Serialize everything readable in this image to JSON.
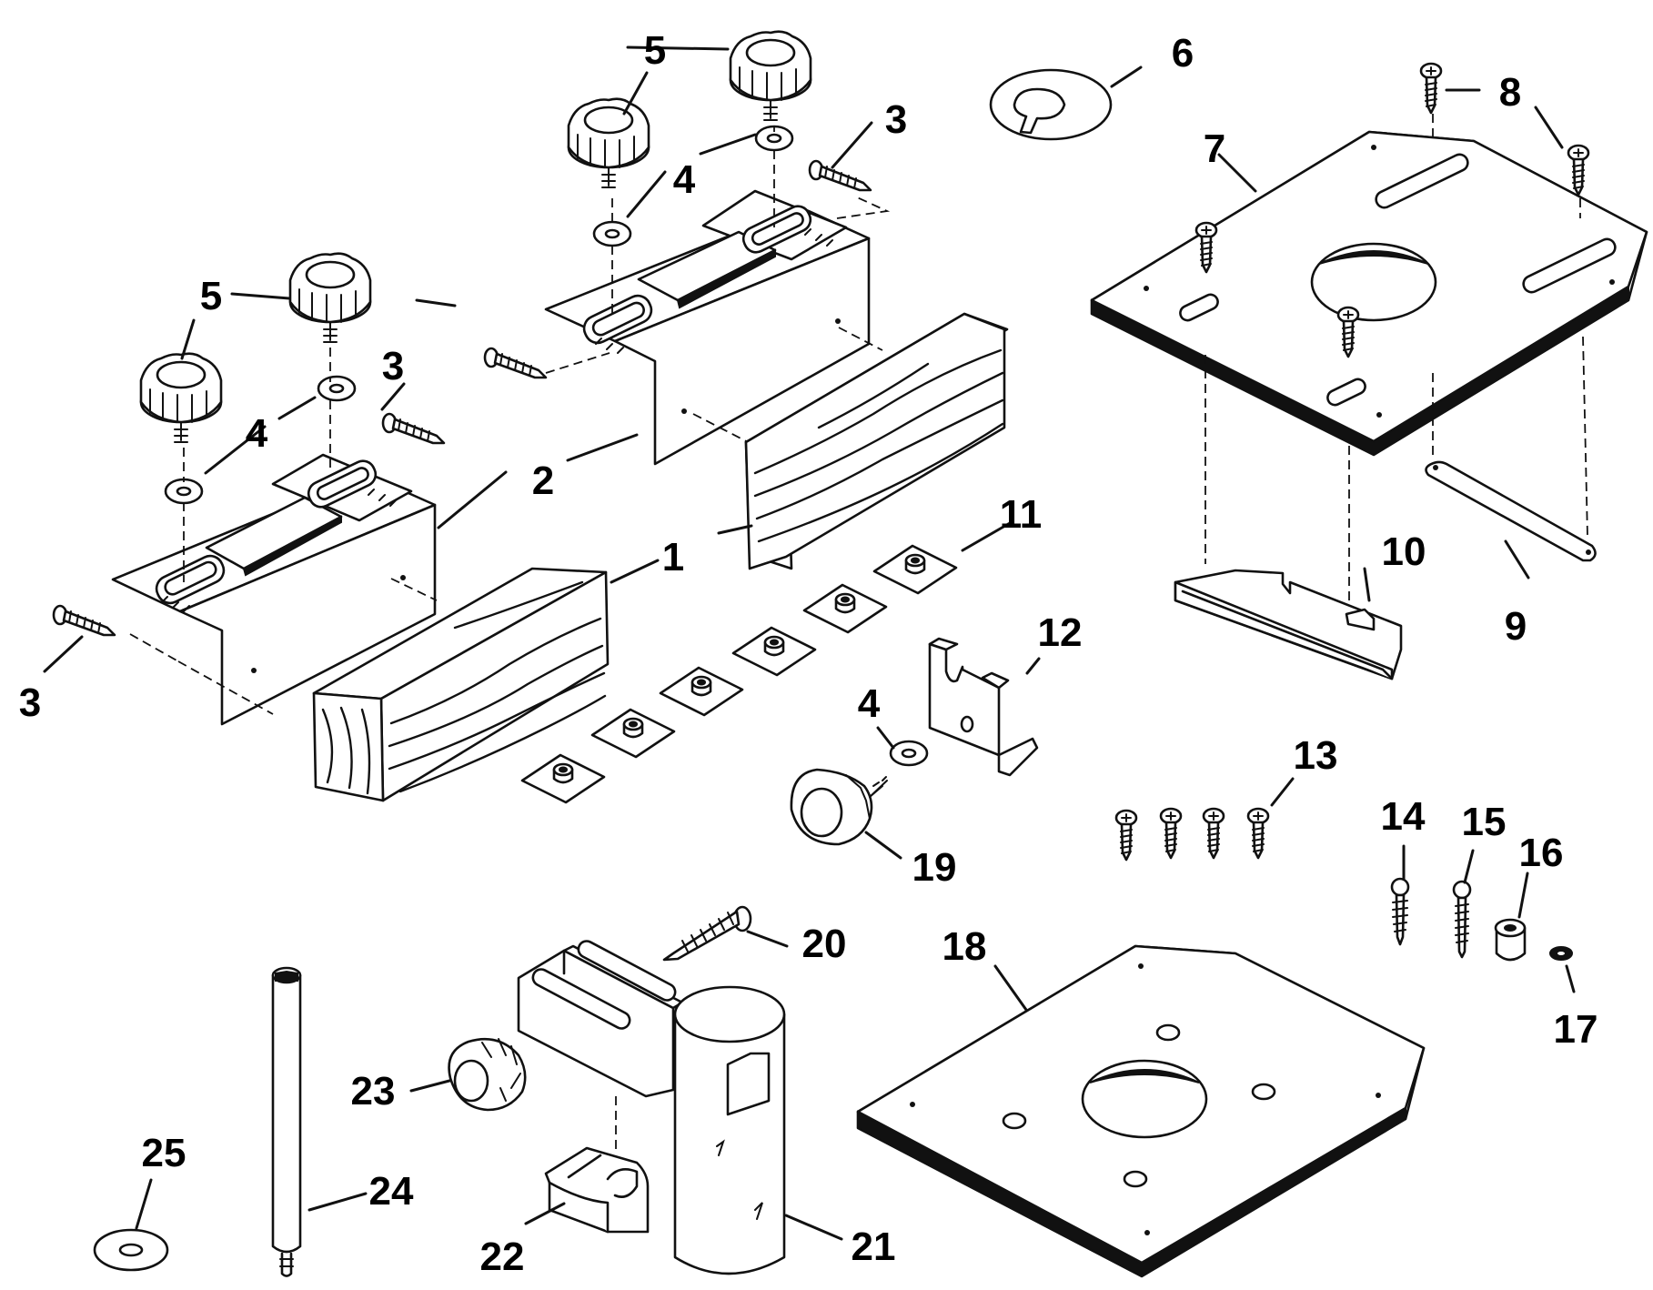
{
  "diagram": {
    "callouts": [
      {
        "id": "c1a",
        "label": "1"
      },
      {
        "id": "c1b",
        "label": "1"
      },
      {
        "id": "c2a",
        "label": "2"
      },
      {
        "id": "c2b",
        "label": "2"
      },
      {
        "id": "c3a",
        "label": "3"
      },
      {
        "id": "c3b",
        "label": "3"
      },
      {
        "id": "c3c",
        "label": "3"
      },
      {
        "id": "c3d",
        "label": "3"
      },
      {
        "id": "c4a",
        "label": "4"
      },
      {
        "id": "c4b",
        "label": "4"
      },
      {
        "id": "c4c",
        "label": "4"
      },
      {
        "id": "c4d",
        "label": "4"
      },
      {
        "id": "c5a",
        "label": "5"
      },
      {
        "id": "c5b",
        "label": "5"
      },
      {
        "id": "c5c",
        "label": "5"
      },
      {
        "id": "c5d",
        "label": "5"
      },
      {
        "id": "c6",
        "label": "6"
      },
      {
        "id": "c7",
        "label": "7"
      },
      {
        "id": "c8",
        "label": "8"
      },
      {
        "id": "c9",
        "label": "9"
      },
      {
        "id": "c10",
        "label": "10"
      },
      {
        "id": "c11",
        "label": "11"
      },
      {
        "id": "c12",
        "label": "12"
      },
      {
        "id": "c13",
        "label": "13"
      },
      {
        "id": "c14",
        "label": "14"
      },
      {
        "id": "c15",
        "label": "15"
      },
      {
        "id": "c16",
        "label": "16"
      },
      {
        "id": "c17",
        "label": "17"
      },
      {
        "id": "c18",
        "label": "18"
      },
      {
        "id": "c19",
        "label": "19"
      },
      {
        "id": "c20",
        "label": "20"
      },
      {
        "id": "c21",
        "label": "21"
      },
      {
        "id": "c22",
        "label": "22"
      },
      {
        "id": "c23",
        "label": "23"
      },
      {
        "id": "c24",
        "label": "24"
      },
      {
        "id": "c25",
        "label": "25"
      }
    ]
  }
}
